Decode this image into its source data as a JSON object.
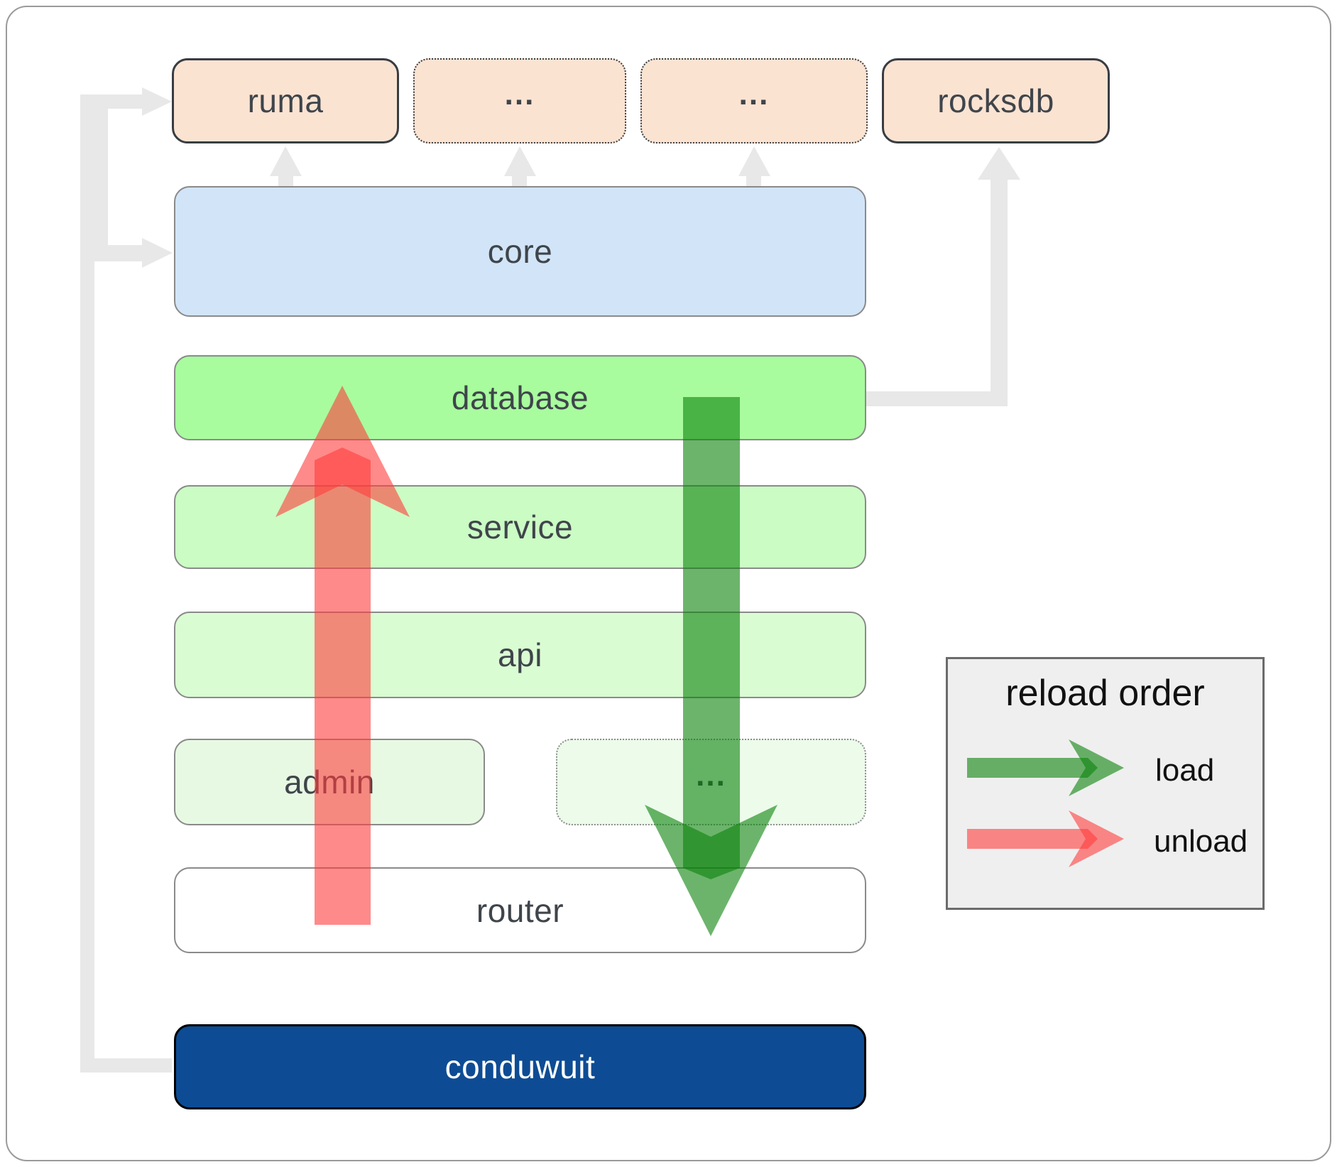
{
  "diagram": {
    "nodes": {
      "ruma": "ruma",
      "ellipsis_top_1": "...",
      "ellipsis_top_2": "...",
      "rocksdb": "rocksdb",
      "core": "core",
      "database": "database",
      "service": "service",
      "api": "api",
      "admin": "admin",
      "ellipsis_admin_row": "...",
      "router": "router",
      "conduwuit": "conduwuit"
    },
    "legend": {
      "title": "reload order",
      "items": [
        {
          "label": "load",
          "color": "#0a820a"
        },
        {
          "label": "unload",
          "color": "#ff3c3c"
        }
      ]
    },
    "colors": {
      "load_arrow": "#0a820a",
      "unload_arrow": "#ff3c3c",
      "connector_gray": "#e8e8e8",
      "peach_fill": "#fbe3d2",
      "core_fill": "#d2e5f8",
      "database_fill": "#a8fc9e",
      "service_fill": "#cbfcc4",
      "api_fill": "#dafcd3",
      "admin_fill": "#e7f9e3",
      "admin_ellipsis_fill": "#ecfbea",
      "router_fill": "#ffffff",
      "conduwuit_fill": "#0d4c94",
      "label_color": "#3f454b",
      "legend_bg": "#efefef"
    }
  }
}
